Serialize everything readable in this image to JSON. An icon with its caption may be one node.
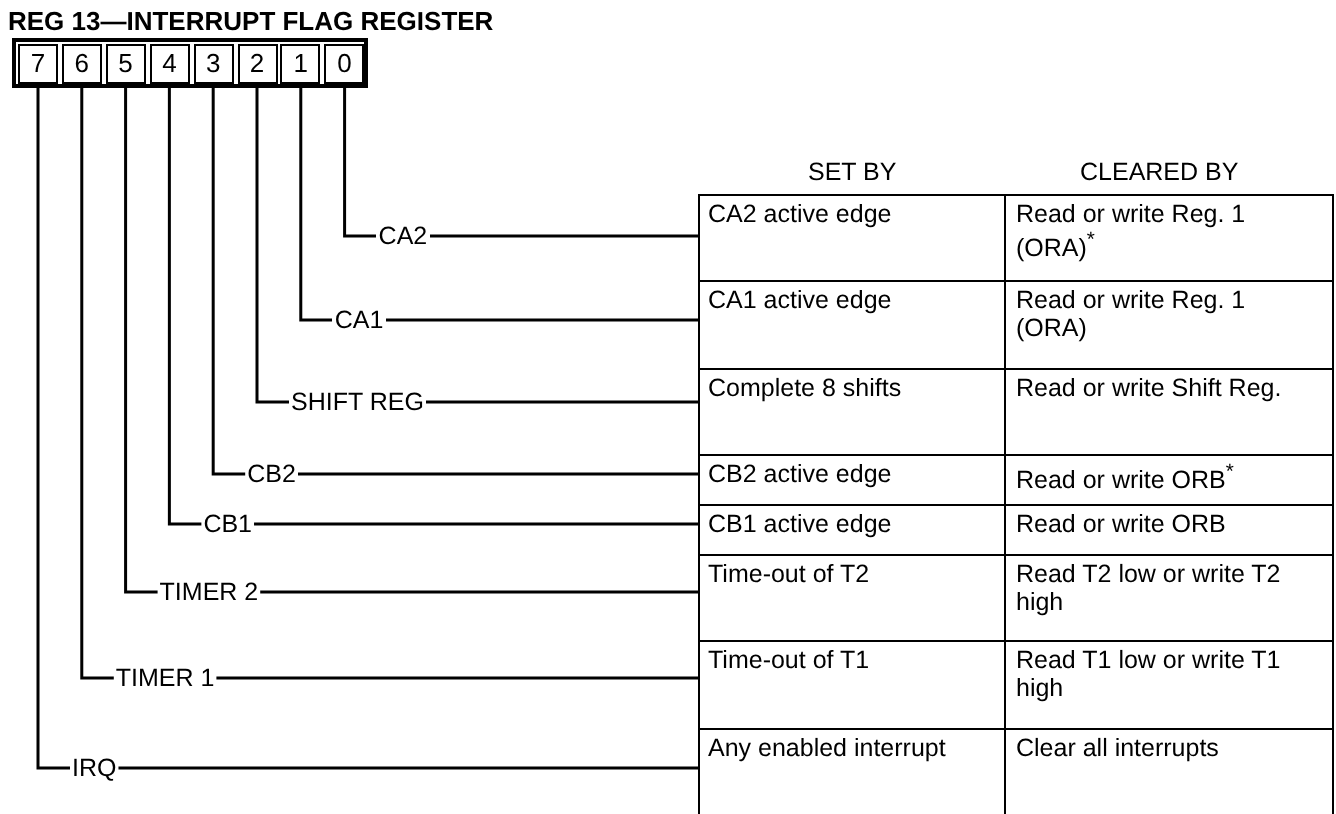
{
  "diagram": {
    "title": "REG 13—INTERRUPT FLAG REGISTER",
    "nodes": [
      {
        "text": [],
        "shape": "box"
      },
      {
        "text": [
          "7"
        ],
        "in": 0
      },
      {
        "text": [
          "6"
        ],
        "in": 0
      },
      {
        "text": [
          "5"
        ],
        "in": 0
      },
      {
        "text": [
          "4"
        ],
        "in": 0
      },
      {
        "text": [
          "3"
        ],
        "in": 0
      },
      {
        "text": [
          "2"
        ],
        "in": 0
      },
      {
        "text": [
          "1"
        ],
        "in": 0
      },
      {
        "text": [
          "0"
        ],
        "in": 0
      },
      {
        "text": [
          "CA2"
        ]
      },
      {
        "text": [
          "CA1"
        ]
      },
      {
        "text": [
          "SHIFT REG"
        ]
      },
      {
        "text": [
          "CB2"
        ]
      },
      {
        "text": [
          "CB1"
        ]
      },
      {
        "text": [
          "TIMER 2"
        ]
      },
      {
        "text": [
          "TIMER 1"
        ]
      },
      {
        "text": [
          "IRQ"
        ]
      },
      {
        "text": [
          "CA2 active edge",
          "Read or write Reg. 1 (ORA)$^{*}$"
        ]
      },
      {
        "text": [
          "CA1 active edge",
          "Read or write Reg. 1 (ORA)"
        ]
      },
      {
        "text": [
          "Complete 8 shifts",
          "Read or write Shift Reg."
        ]
      },
      {
        "text": [
          "CB2 active edge",
          "Read or write ORB$^{*}$"
        ]
      },
      {
        "text": [
          "CB1 active edge",
          "Read or write ORB"
        ]
      },
      {
        "text": [
          "Time-out of T2",
          "Read T2 low or write T2 high"
        ]
      },
      {
        "text": [
          "Time-out of T1",
          "Read T1 low or write T1 high"
        ]
      },
      {
        "text": [
          "Any enabled interrupt",
          "Clear all interrupts"
        ]
      }
    ],
    "edges": [
      {
        "from": 8,
        "to": 9,
        "arrow": "none"
      },
      {
        "from": 7,
        "to": 10,
        "arrow": "none"
      },
      {
        "from": 6,
        "to": 11,
        "arrow": "none"
      },
      {
        "from": 5,
        "to": 12,
        "arrow": "none"
      },
      {
        "from": 4,
        "to": 13,
        "arrow": "none"
      },
      {
        "from": 3,
        "to": 14,
        "arrow": "none"
      },
      {
        "from": 2,
        "to": 15,
        "arrow": "none"
      },
      {
        "from": 1,
        "to": 16,
        "arrow": "none"
      },
      {
        "from": 9,
        "to": 17,
        "arrow": "none"
      },
      {
        "from": 10,
        "to": 18,
        "arrow": "none"
      },
      {
        "from": 11,
        "to": 19,
        "arrow": "none"
      },
      {
        "from": 12,
        "to": 20,
        "arrow": "none"
      },
      {
        "from": 13,
        "to": 21,
        "arrow": "none"
      },
      {
        "from": 14,
        "to": 22,
        "arrow": "none"
      },
      {
        "from": 15,
        "to": 23,
        "arrow": "none"
      },
      {
        "from": 16,
        "to": 24,
        "arrow": "none"
      }
    ],
    "labels": [
      "SET BY",
      "CLEARED BY"
    ]
  }
}
